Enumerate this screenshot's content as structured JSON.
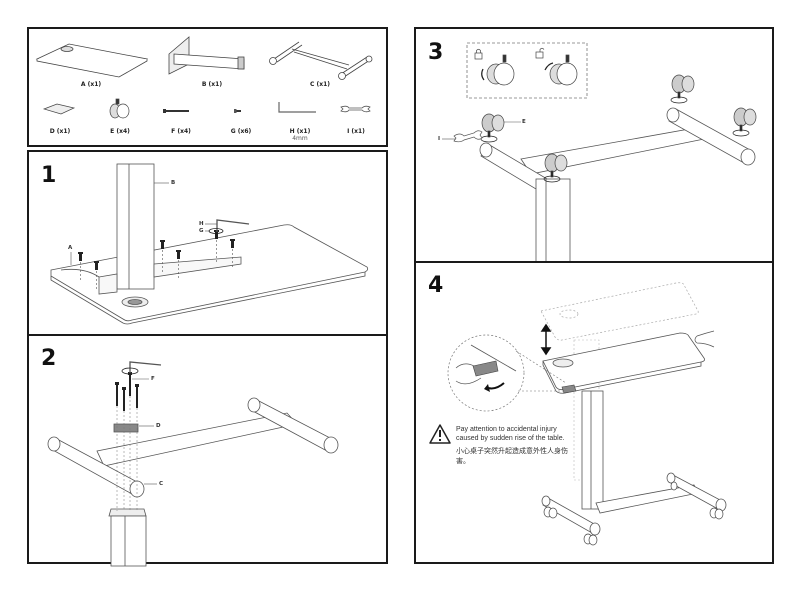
{
  "document": {
    "type": "assembly-instructions",
    "product": "overbed table"
  },
  "parts_panel": {
    "parts": [
      {
        "id": "A",
        "label": "A (x1)",
        "name": "tabletop"
      },
      {
        "id": "B",
        "label": "B (x1)",
        "name": "column"
      },
      {
        "id": "C",
        "label": "C (x1)",
        "name": "base-frame"
      },
      {
        "id": "D",
        "label": "D (x1)",
        "name": "mounting-plate"
      },
      {
        "id": "E",
        "label": "E (x4)",
        "name": "caster"
      },
      {
        "id": "F",
        "label": "F (x4)",
        "name": "long-bolt"
      },
      {
        "id": "G",
        "label": "G (x6)",
        "name": "short-screw"
      },
      {
        "id": "H",
        "label": "H (x1)",
        "sublabel": "4mm",
        "name": "allen-key"
      },
      {
        "id": "I",
        "label": "I (x1)",
        "name": "wrench"
      }
    ]
  },
  "steps": [
    {
      "number": "1",
      "callouts": {
        "B": "B",
        "H": "H",
        "G": "G",
        "A": "A"
      }
    },
    {
      "number": "2",
      "callouts": {
        "F": "F",
        "D": "D",
        "C": "C"
      }
    },
    {
      "number": "3",
      "callouts": {
        "E": "E",
        "I": "I"
      },
      "inset": {
        "lock_icon": "lock-icon",
        "unlock_icon": "unlock-icon"
      }
    },
    {
      "number": "4",
      "warning": {
        "icon": "warning-triangle-icon",
        "text_en": "Pay attention to accidental  injury caused by sudden rise of the table.",
        "text_en_line1": "Pay attention to accidental  injury",
        "text_en_line2": "caused by sudden rise of the table.",
        "text_cn": "小心桌子突然升起造成意外性人身伤害。"
      }
    }
  ],
  "colors": {
    "border": "#1a1a1a",
    "line": "#444444",
    "fill_dark": "#555555",
    "fill_light": "#f4f4f4"
  }
}
